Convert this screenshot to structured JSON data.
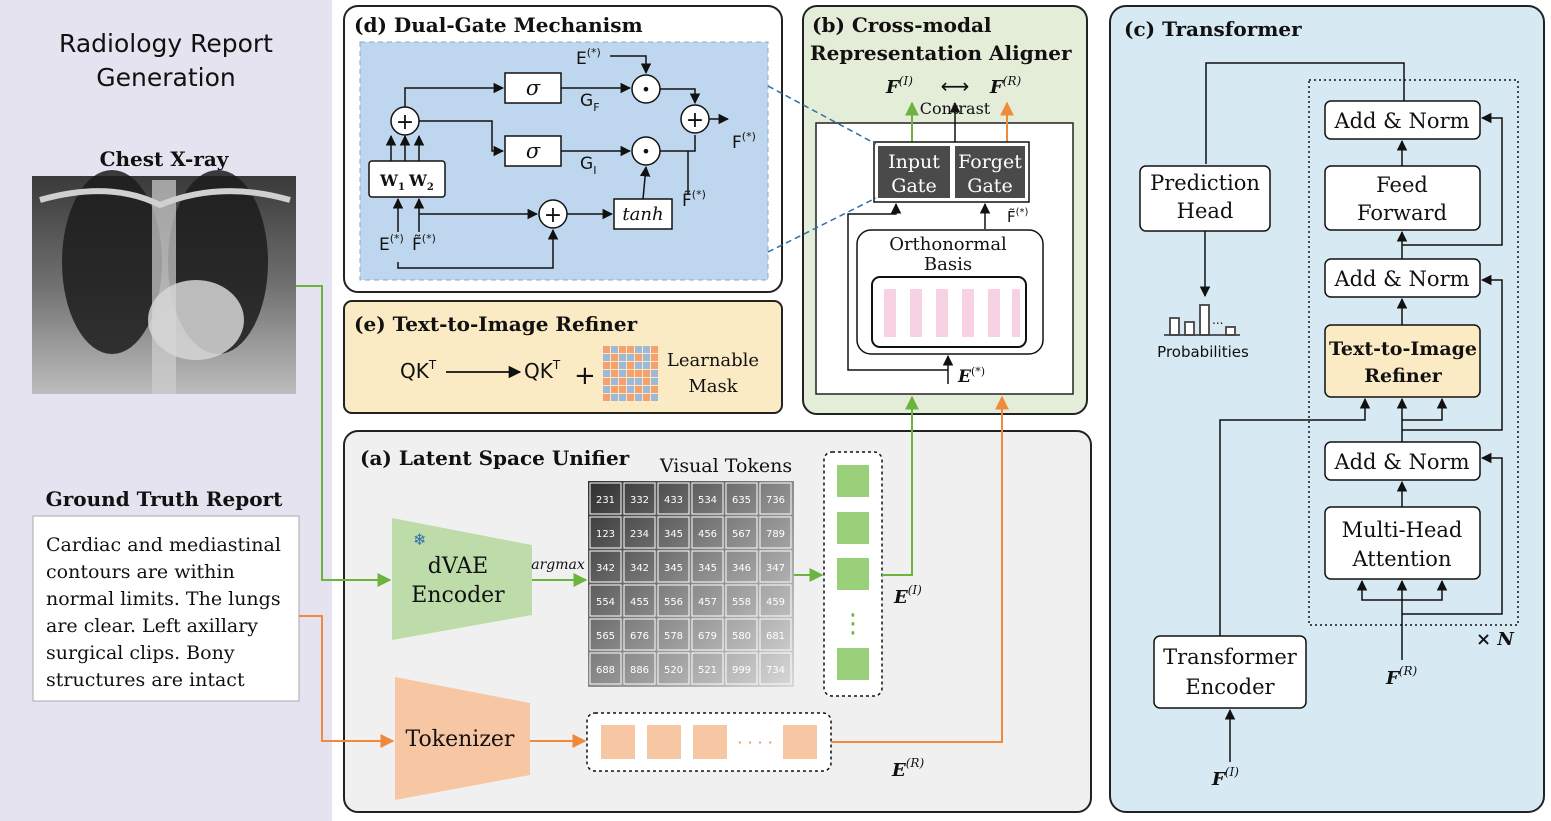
{
  "left": {
    "heading_line1": "Radiology Report",
    "heading_line2": "Generation",
    "xray_title": "Chest X-ray",
    "gt_title": "Ground Truth Report",
    "report_lines": [
      "Cardiac and mediastinal",
      "contours are within",
      "normal limits. The lungs",
      "are clear. Left axillary",
      "surgical clips. Bony",
      "structures are intact"
    ]
  },
  "panel_d": {
    "title": "(d) Dual-Gate Mechanism",
    "sigma": "σ",
    "tanh": "tanh",
    "gf": "G",
    "gf_sub": "F",
    "gi": "G",
    "gi_sub": "I",
    "w": "W",
    "w1_sub": "1",
    "w2_sub": "2",
    "e_star": "E",
    "f_tilde": "F̃",
    "f_out": "F",
    "star": "(*)",
    "plus": "+",
    "dot": "•"
  },
  "panel_e": {
    "title": "(e) Text-to-Image Refiner",
    "qk": "QK",
    "t": "T",
    "plus": "+",
    "mask_line1": "Learnable",
    "mask_line2": "Mask"
  },
  "panel_b": {
    "title_line1": "(b) Cross-modal",
    "title_line2": "Representation Aligner",
    "f": "F",
    "sup_i": "(I)",
    "sup_r": "(R)",
    "arrows": "⟷",
    "contrast": "Contrast",
    "input_gate_1": "Input",
    "input_gate_2": "Gate",
    "forget_gate_1": "Forget",
    "forget_gate_2": "Gate",
    "f_tilde": "F̃",
    "star": "(*)",
    "basis_1": "Orthonormal",
    "basis_2": "Basis",
    "e": "E"
  },
  "panel_a": {
    "title": "(a) Latent Space Unifier",
    "visual_tokens": "Visual Tokens",
    "encoder_1": "dVAE",
    "encoder_2": "Encoder",
    "snowflake": "❄",
    "argmax": "argmax",
    "tokenizer": "Tokenizer",
    "e": "E",
    "sup_i": "(I)",
    "sup_r": "(R)",
    "vdots": "⋮",
    "hdots": "· · · ·",
    "token_grid": [
      [
        "231",
        "332",
        "433",
        "534",
        "635",
        "736"
      ],
      [
        "123",
        "234",
        "345",
        "456",
        "567",
        "789"
      ],
      [
        "342",
        "342",
        "345",
        "345",
        "346",
        "347"
      ],
      [
        "554",
        "455",
        "556",
        "457",
        "558",
        "459"
      ],
      [
        "565",
        "676",
        "578",
        "679",
        "580",
        "681"
      ],
      [
        "688",
        "886",
        "520",
        "521",
        "999",
        "734"
      ]
    ]
  },
  "panel_c": {
    "title": "(c) Transformer",
    "prediction_1": "Prediction",
    "prediction_2": "Head",
    "probabilities": "Probabilities",
    "prob_dots": "...",
    "add_norm": "Add & Norm",
    "ff_1": "Feed",
    "ff_2": "Forward",
    "refiner_1": "Text-to-Image",
    "refiner_2": "Refiner",
    "mha_1": "Multi-Head",
    "mha_2": "Attention",
    "encoder_1": "Transformer",
    "encoder_2": "Encoder",
    "times_n": "× N",
    "f": "F",
    "sup_i": "(I)",
    "sup_r": "(R)"
  },
  "colors": {
    "green": "#6db33f",
    "orange": "#ef8a3c",
    "panel_d_fill": "#bfd7ee",
    "panel_b_fill": "#e4edd8",
    "panel_c_fill": "#d7e9f2",
    "panel_a_fill": "#f0f0f0",
    "panel_e_fill": "#fbebc4",
    "left_fill": "#e5e3ef",
    "gate_fill": "#4a4a4a",
    "encoder_fill": "#bddcaa",
    "tokenizer_fill": "#f7c7a3"
  }
}
